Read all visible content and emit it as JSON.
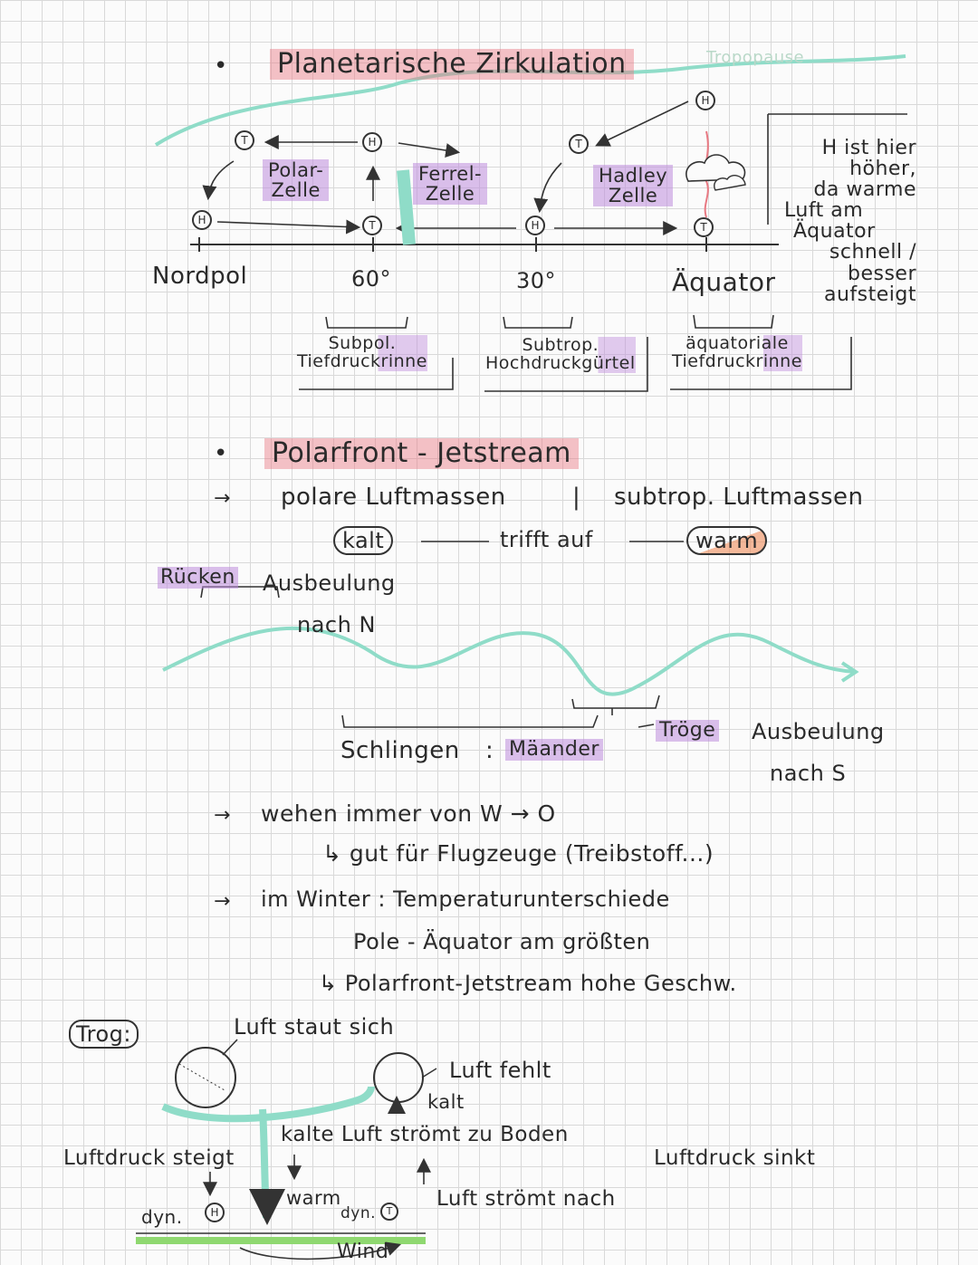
{
  "section1": {
    "bullet": "•",
    "title": "Planetarische Zirkulation",
    "tropopause": "Tropopause",
    "cells": {
      "polar": "Polar-\nZelle",
      "ferrel": "Ferrel-\nZelle",
      "hadley": "Hadley\nZelle"
    },
    "symbols": {
      "high": "H",
      "low": "T"
    },
    "latitudes": {
      "northpole": "Nordpol",
      "lat60": "60°",
      "lat30": "30°",
      "equator": "Äquator"
    },
    "note": [
      "H ist hier",
      "höher,",
      "da warme",
      "Luft am",
      "Äquator",
      "schnell /",
      "besser",
      "aufsteigt"
    ],
    "belts": {
      "subpolar": "Subpol.\nTiefdruckrinne",
      "subtropical": "Subtrop.\nHochdruckgürtel",
      "equatorial": "äquatoriale\nTiefdruckrinne"
    }
  },
  "section2": {
    "bullet": "•",
    "title": "Polarfront - Jetstream",
    "arrow": "→",
    "polar_air": "polare Luftmassen",
    "separator": "|",
    "subtrop_air": "subtrop. Luftmassen",
    "cold": "kalt",
    "meets": "trifft auf",
    "warm": "warm",
    "ridge": "Rücken",
    "ridge_desc": "Ausbeulung",
    "ridge_dir": "nach N",
    "loops": "Schlingen",
    "colon": ":",
    "meander": "Mäander",
    "troughs": "Tröge",
    "trough_desc": "Ausbeulung",
    "trough_dir": "nach S",
    "point1": "wehen immer von  W → O",
    "point1_sub": "↳ gut für Flugzeuge (Treibstoff...)",
    "point2": "im Winter : Temperaturunterschiede",
    "point2_b": "Pole - Äquator  am größten",
    "point2_sub": "↳ Polarfront-Jetstream hohe Geschw."
  },
  "section3": {
    "label": "Trog:",
    "air_jams": "Luft staut sich",
    "air_missing": "Luft fehlt",
    "cold": "kalt",
    "cold_air_down": "kalte Luft strömt zu Boden",
    "pressure_rises": "Luftdruck steigt",
    "pressure_falls": "Luftdruck sinkt",
    "warm": "warm",
    "air_flows_after": "Luft strömt nach",
    "dyn_high": "dyn.",
    "dyn_low": "dyn.",
    "wind": "Wind"
  },
  "colors": {
    "red": "#e87882",
    "purple": "#be8cdc",
    "mint": "#8fdcc8",
    "green": "#8fd870",
    "orange": "#f08c5a"
  }
}
